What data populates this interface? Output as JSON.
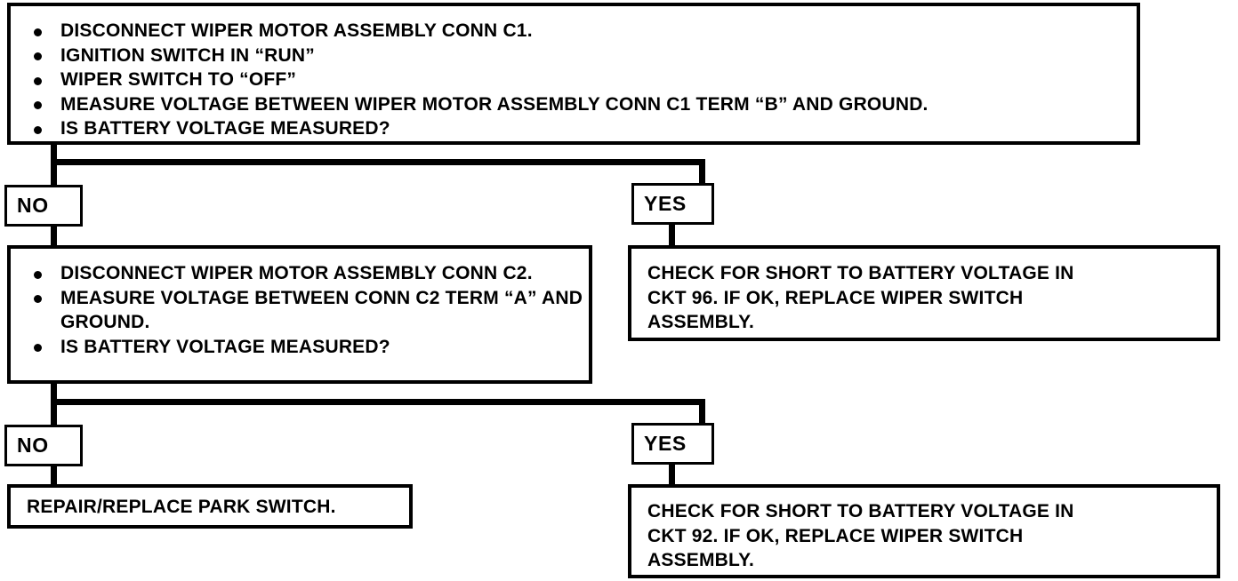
{
  "document": {
    "title": "Wiper Motor Circuit Diagnostic Flowchart",
    "ink_color": "#000000",
    "paper_color": "#ffffff"
  },
  "nodes": {
    "question_1": {
      "bullets": [
        "DISCONNECT WIPER MOTOR ASSEMBLY CONN C1.",
        "IGNITION SWITCH IN “RUN”",
        "WIPER SWITCH TO “OFF”",
        "MEASURE VOLTAGE BETWEEN WIPER MOTOR ASSEMBLY CONN C1 TERM “B” AND GROUND.",
        "IS BATTERY VOLTAGE MEASURED?"
      ]
    },
    "question_2": {
      "bullets": [
        "DISCONNECT WIPER MOTOR ASSEMBLY CONN C2.",
        "MEASURE VOLTAGE BETWEEN CONN C2 TERM “A” AND GROUND.",
        "IS BATTERY VOLTAGE MEASURED?"
      ]
    },
    "answer_yes_1": {
      "text": "CHECK FOR SHORT TO BATTERY VOLTAGE IN\nCKT 96.  IF OK, REPLACE WIPER SWITCH\nASSEMBLY."
    },
    "answer_no_2": {
      "text": "REPAIR/REPLACE PARK SWITCH."
    },
    "answer_yes_2": {
      "text": "CHECK FOR SHORT TO BATTERY VOLTAGE IN\nCKT 92.  IF OK, REPLACE WIPER SWITCH\nASSEMBLY."
    }
  },
  "branch_labels": {
    "no_1": "NO",
    "yes_1": "YES",
    "no_2": "NO",
    "yes_2": "YES"
  }
}
